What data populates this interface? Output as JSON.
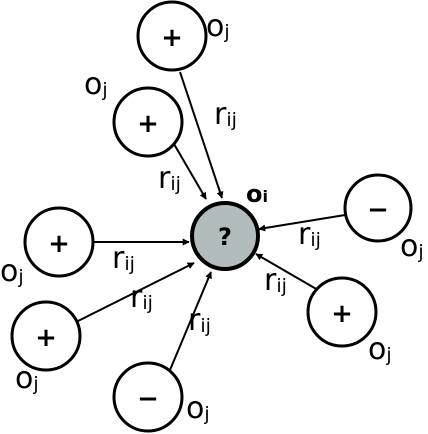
{
  "center": {
    "symbol": "?",
    "label_main": "o",
    "label_sub": "i",
    "fill": "#b3bcbc"
  },
  "neighbors": [
    {
      "sign": "+",
      "label_main": "o",
      "label_sub": "j"
    },
    {
      "sign": "+",
      "label_main": "o",
      "label_sub": "j"
    },
    {
      "sign": "−",
      "label_main": "o",
      "label_sub": "j"
    },
    {
      "sign": "+",
      "label_main": "o",
      "label_sub": "j"
    },
    {
      "sign": "+",
      "label_main": "o",
      "label_sub": "j"
    },
    {
      "sign": "+",
      "label_main": "o",
      "label_sub": "j"
    },
    {
      "sign": "−",
      "label_main": "o",
      "label_sub": "j"
    }
  ],
  "edges": [
    {
      "label_main": "r",
      "label_sub": "ij"
    },
    {
      "label_main": "r",
      "label_sub": "ij"
    },
    {
      "label_main": "r",
      "label_sub": "ij"
    },
    {
      "label_main": "r",
      "label_sub": "ij"
    },
    {
      "label_main": "r",
      "label_sub": "ij"
    },
    {
      "label_main": "r",
      "label_sub": "ij"
    },
    {
      "label_main": "r",
      "label_sub": "ij"
    }
  ]
}
